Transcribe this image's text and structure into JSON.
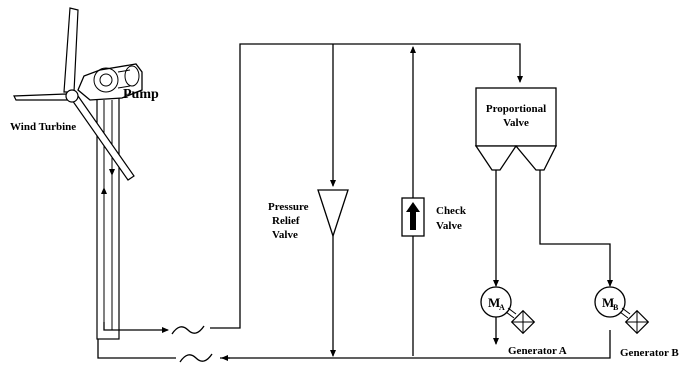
{
  "labels": {
    "wind_turbine": "Wind Turbine",
    "pump": "Pump",
    "pressure_relief_valve": [
      "Pressure",
      "Relief",
      "Valve"
    ],
    "check_valve": [
      "Check",
      "Valve"
    ],
    "proportional_valve": [
      "Proportional",
      "Valve"
    ],
    "motor_a": {
      "letter": "M",
      "sub": "A"
    },
    "motor_b": {
      "letter": "M",
      "sub": "B"
    },
    "generator_a": "Generator A",
    "generator_b": "Generator B"
  }
}
